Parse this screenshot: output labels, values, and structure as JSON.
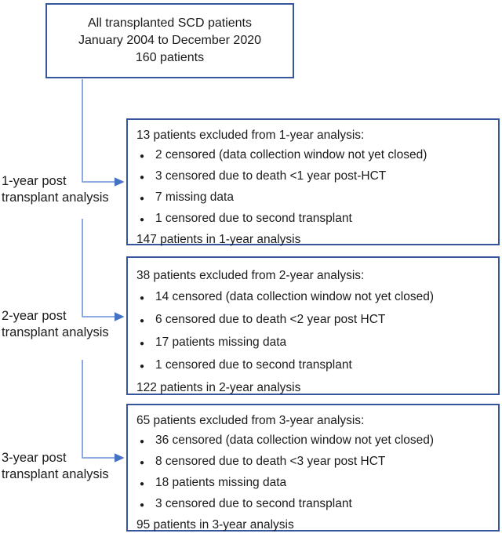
{
  "top_box": {
    "lines": [
      "All transplanted SCD patients",
      "January 2004 to December 2020",
      "160 patients"
    ]
  },
  "branches": [
    {
      "label_lines": [
        "1-year post",
        "transplant analysis"
      ],
      "header": "13 patients excluded from 1-year analysis:",
      "bullets": [
        "2 censored (data collection window not yet closed)",
        "3 censored due to death <1 year post-HCT",
        "7 missing data",
        "1 censored due to second transplant"
      ],
      "footer": "147 patients in 1-year analysis"
    },
    {
      "label_lines": [
        "2-year post",
        "transplant analysis"
      ],
      "header": "38 patients excluded from 2-year analysis:",
      "bullets": [
        "14 censored (data collection window not yet closed)",
        "6 censored due to death <2 year post HCT",
        "17 patients missing data",
        "1 censored due to second transplant"
      ],
      "footer": "122 patients in 2-year analysis"
    },
    {
      "label_lines": [
        "3-year post",
        "transplant analysis"
      ],
      "header": "65 patients excluded from 3-year analysis:",
      "bullets": [
        "36 censored (data collection window not yet closed)",
        "8 censored due to death <3 year post HCT",
        "18 patients missing data",
        "3 censored due to second transplant"
      ],
      "footer": "95 patients in 3-year analysis"
    }
  ],
  "colors": {
    "box_border": "#35569c",
    "arrow_line": "#7da0dd",
    "arrow_head": "#4472c4",
    "text": "#1b1b1b"
  }
}
